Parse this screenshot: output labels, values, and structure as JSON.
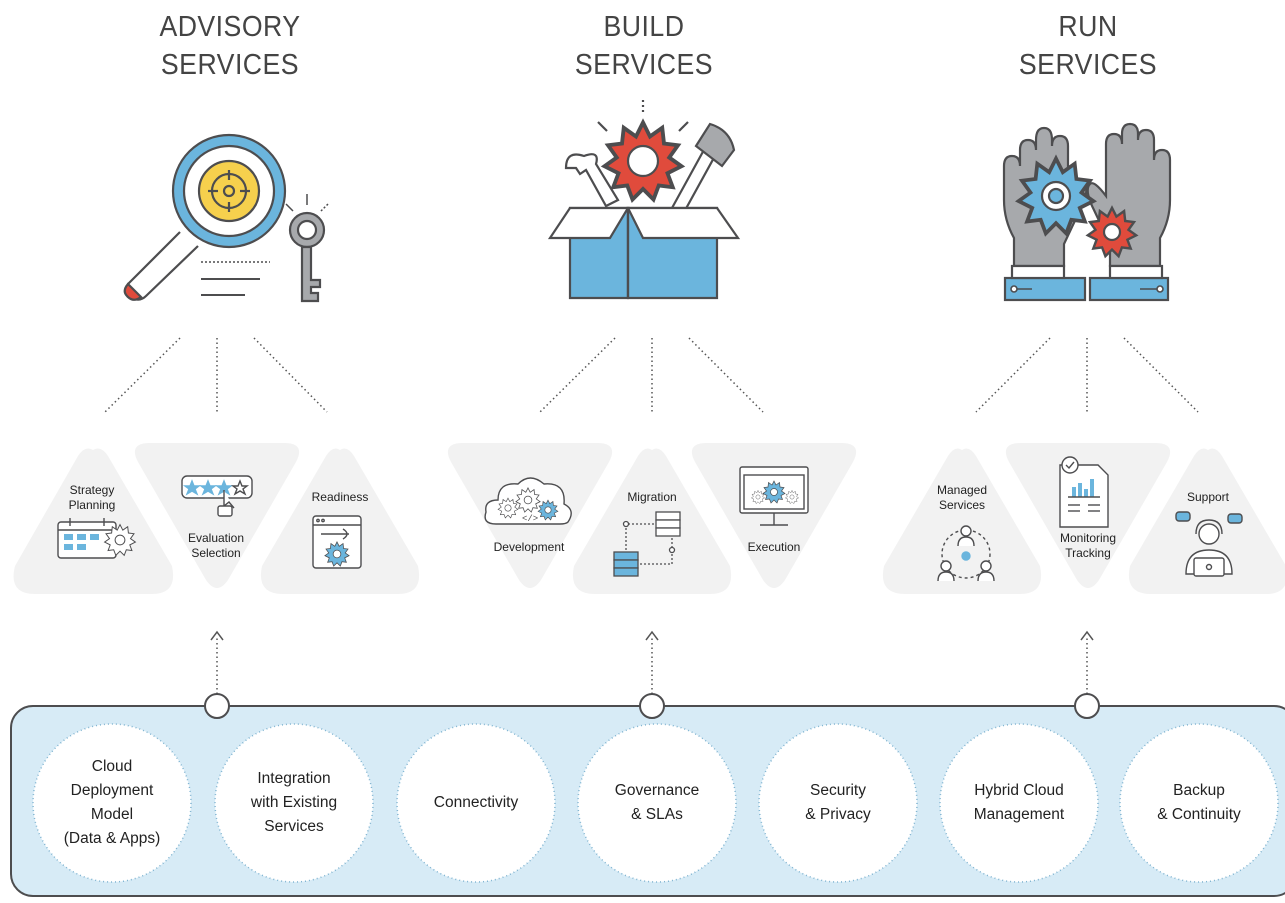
{
  "columns": [
    {
      "title_line1": "ADVISORY",
      "title_line2": "SERVICES",
      "icon": "magnifier-target-key-icon",
      "items": [
        {
          "line1": "Strategy",
          "line2": "Planning",
          "icon": "calendar-gear-icon"
        },
        {
          "line1": "Evaluation",
          "line2": "Selection",
          "icon": "star-rating-icon"
        },
        {
          "line1": "Readiness",
          "line2": "",
          "icon": "browser-wrench-gear-icon"
        }
      ]
    },
    {
      "title_line1": "BUILD",
      "title_line2": "SERVICES",
      "icon": "toolbox-gear-icon",
      "items": [
        {
          "line1": "Development",
          "line2": "",
          "icon": "cloud-code-icon"
        },
        {
          "line1": "Migration",
          "line2": "",
          "icon": "server-migration-icon"
        },
        {
          "line1": "Execution",
          "line2": "",
          "icon": "monitor-gears-icon"
        }
      ]
    },
    {
      "title_line1": "RUN",
      "title_line2": "SERVICES",
      "icon": "hands-gears-icon",
      "items": [
        {
          "line1": "Managed",
          "line2": "Services",
          "icon": "team-network-icon"
        },
        {
          "line1": "Monitoring",
          "line2": "Tracking",
          "icon": "report-chart-icon"
        },
        {
          "line1": "Support",
          "line2": "",
          "icon": "headset-agent-icon"
        }
      ]
    }
  ],
  "foundation": [
    {
      "lines": [
        "Cloud",
        "Deployment",
        "Model",
        "(Data & Apps)"
      ]
    },
    {
      "lines": [
        "Integration",
        "with Existing",
        "Services"
      ]
    },
    {
      "lines": [
        "Connectivity"
      ]
    },
    {
      "lines": [
        "Governance",
        "& SLAs"
      ]
    },
    {
      "lines": [
        "Security",
        "& Privacy"
      ]
    },
    {
      "lines": [
        "Hybrid Cloud",
        "Management"
      ]
    },
    {
      "lines": [
        "Backup",
        "& Continuity"
      ]
    }
  ],
  "colors": {
    "blue": "#6bb5dd",
    "light_blue": "#d7ebf6",
    "red": "#e04b3c",
    "yellow": "#f6d04d",
    "gray": "#a7a9ac",
    "outline": "#4d4d4f",
    "triangle": "#f2f2f2"
  }
}
